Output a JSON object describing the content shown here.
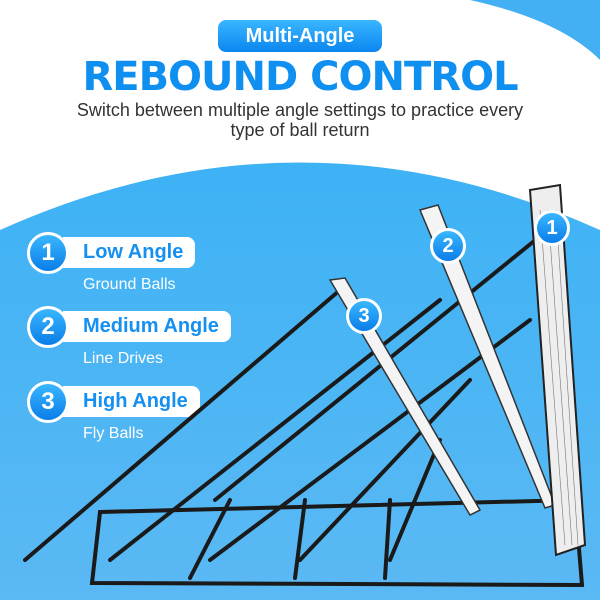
{
  "header": {
    "badge": "Multi-Angle",
    "title": "REBOUND CONTROL",
    "subtitle": "Switch between multiple angle settings to practice every type of ball return"
  },
  "items": [
    {
      "number": "1",
      "label": "Low Angle",
      "description": "Ground Balls"
    },
    {
      "number": "2",
      "label": "Medium Angle",
      "description": "Line Drives"
    },
    {
      "number": "3",
      "label": "High Angle",
      "description": "Fly Balls"
    }
  ],
  "product_badges": [
    "1",
    "2",
    "3"
  ],
  "colors": {
    "accent": "#0f8ff0",
    "background_blue": "#44b0f4"
  }
}
